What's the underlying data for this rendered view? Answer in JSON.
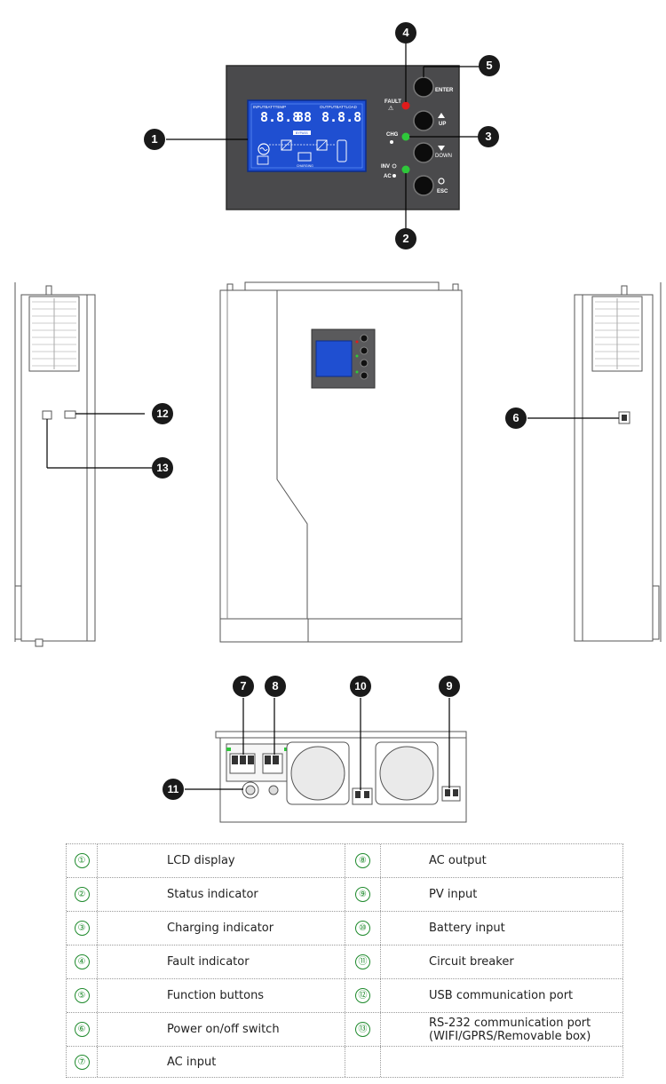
{
  "panel": {
    "display_header_left": "INPUTBATTTEMP",
    "display_header_right": "OUTPUTBATTLOAD",
    "display_segments": "8.8.8",
    "display_bypass": "BYPASS",
    "display_charging": "CHARGING",
    "indicators": [
      "FAULT",
      "CHG",
      "INV",
      "AC"
    ],
    "buttons": [
      "ENTER",
      "UP",
      "DOWN",
      "ESC"
    ]
  },
  "markers": [
    "1",
    "2",
    "3",
    "4",
    "5",
    "6",
    "7",
    "8",
    "9",
    "10",
    "11",
    "12",
    "13"
  ],
  "legend": {
    "rows": [
      {
        "n1": "①",
        "l1": "LCD display",
        "n2": "⑧",
        "l2": "AC output"
      },
      {
        "n1": "②",
        "l1": "Status indicator",
        "n2": "⑨",
        "l2": "PV input"
      },
      {
        "n1": "③",
        "l1": "Charging indicator",
        "n2": "⑩",
        "l2": "Battery input"
      },
      {
        "n1": "④",
        "l1": "Fault indicator",
        "n2": "⑪",
        "l2": "Circuit breaker"
      },
      {
        "n1": "⑤",
        "l1": "Function buttons",
        "n2": "⑫",
        "l2": "USB communication port"
      },
      {
        "n1": "⑥",
        "l1": "Power on/off switch",
        "n2": "⑬",
        "l2": "RS-232 communication port"
      },
      {
        "n1": "⑦",
        "l1": "AC input",
        "n2": "",
        "l2": ""
      }
    ],
    "extra_line": "(WIFI/GPRS/Removable box)"
  },
  "colors": {
    "panel": "#4a4a4c",
    "lcd": "#1f4fd1",
    "fault": "#e21b1b",
    "ok": "#2ec83a",
    "legend": "#1e8a2c"
  }
}
